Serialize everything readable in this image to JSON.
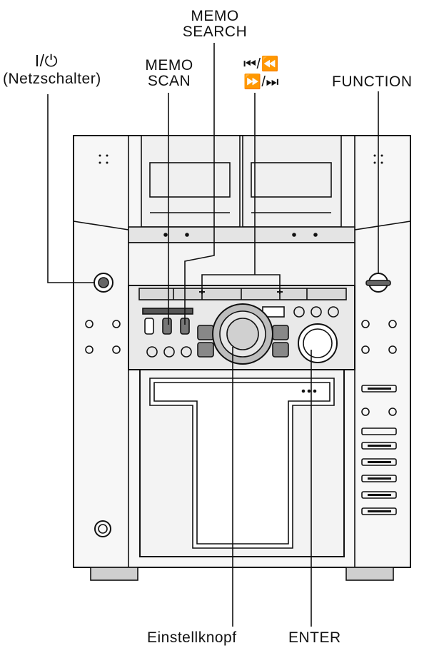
{
  "labels": {
    "power_symbol": "I/⏻",
    "power_name": "(Netzschalter)",
    "memo_scan_line1": "MEMO",
    "memo_scan_line2": "SCAN",
    "memo_search_line1": "MEMO",
    "memo_search_line2": "SEARCH",
    "skip_line1": "⏮/⏪",
    "skip_line2": "⏩/⏭",
    "function": "FUNCTION",
    "tuning_knob": "Einstellknopf",
    "enter": "ENTER"
  },
  "colors": {
    "line": "#111111",
    "panel": "#e9e9e9",
    "dark_panel": "#9a9a9a",
    "background": "#ffffff"
  }
}
